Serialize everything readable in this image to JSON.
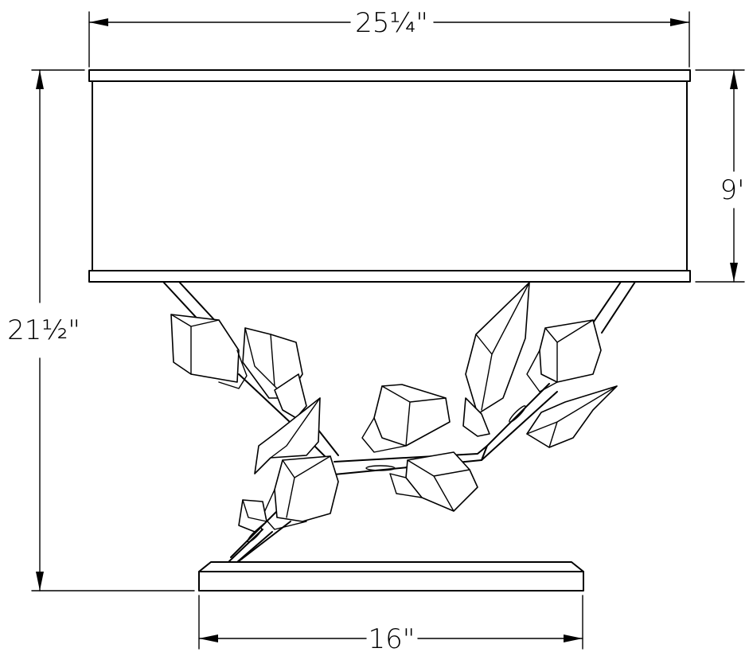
{
  "dimensions": {
    "top_width": "25¼\"",
    "shade_height": "9'",
    "overall_height": "21½\"",
    "base_width": "16\""
  },
  "colors": {
    "line": "#000000",
    "background": "#ffffff"
  }
}
